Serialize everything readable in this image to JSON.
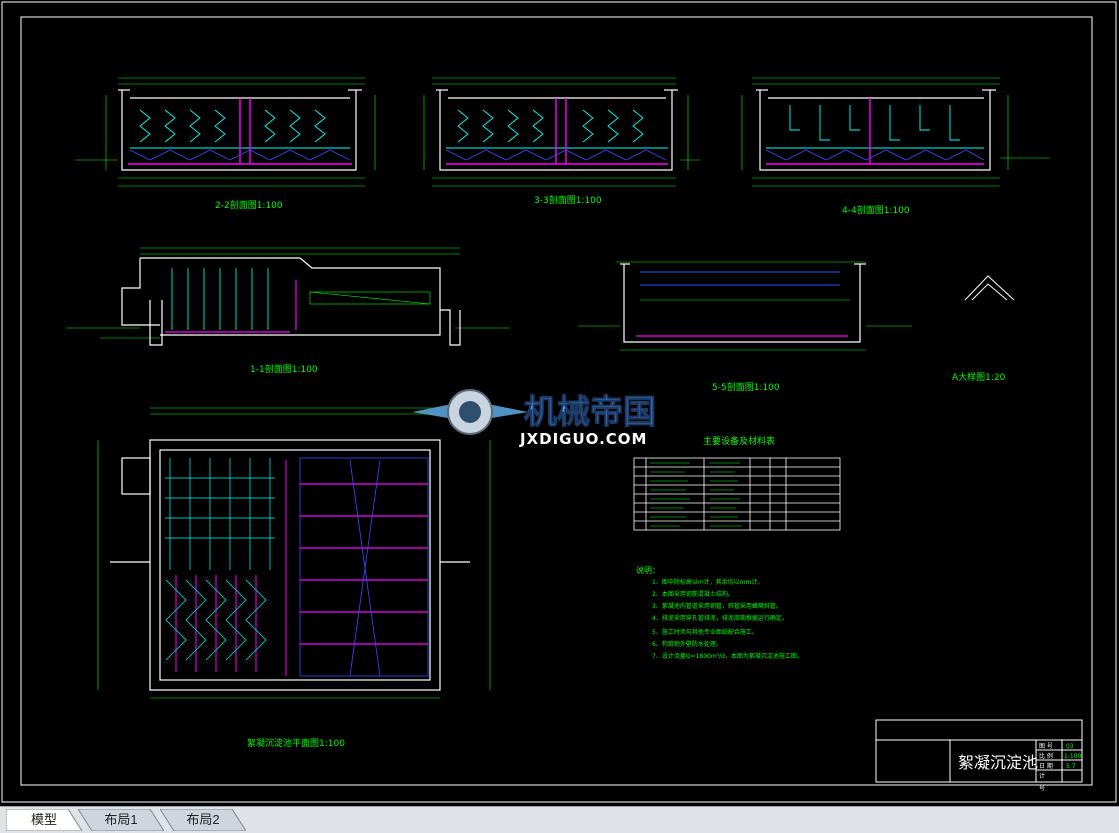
{
  "drawing": {
    "title_block": {
      "title": "絮凝沉淀池",
      "rows": [
        {
          "label": "图 号",
          "value": "03"
        },
        {
          "label": "比 例",
          "value": "1:100"
        },
        {
          "label": "日 期",
          "value": "5.7"
        },
        {
          "label": "计",
          "value": ""
        },
        {
          "label": "号",
          "value": ""
        }
      ]
    },
    "section_labels": {
      "s22": "2-2剖面图1:100",
      "s33": "3-3剖面图1:100",
      "s44": "4-4剖面图1:100",
      "s11": "1-1剖面图1:100",
      "s55": "5-5剖面图1:100",
      "detail": "A大样图1:20",
      "plan": "絮凝沉淀池平面图1:100"
    },
    "table_title": "主要设备及材料表",
    "notes_title": "说明：",
    "notes": [
      "1、图中除标高以m计，其余均以mm计。",
      "2、本图采用钢筋混凝土结构。",
      "3、絮凝池内管道采用钢管，斜管采用蜂窝斜管。",
      "4、排泥采用穿孔管排泥，排泥周期根据运行确定。",
      "5、施工时须与其他专业图纸配合施工。",
      "6、构筑物外壁防水处理。",
      "7、设计流量Q=1800m³/d，本图为絮凝沉淀池施工图。"
    ],
    "watermark": {
      "cn": "机械帝国",
      "en": "JXDIGUO.COM"
    }
  },
  "tabs": [
    {
      "label": "模型",
      "active": true
    },
    {
      "label": "布局1",
      "active": false
    },
    {
      "label": "布局2",
      "active": false
    }
  ],
  "colors": {
    "background": "#000000",
    "frame": "#ffffff",
    "dim": "#00ff00",
    "wall": "#ffffff",
    "pipe": "#ff00ff",
    "baffle": "#00ffff",
    "blue": "#3050ff",
    "label": "#00ff00",
    "tabbar": "#dfe3e8"
  }
}
